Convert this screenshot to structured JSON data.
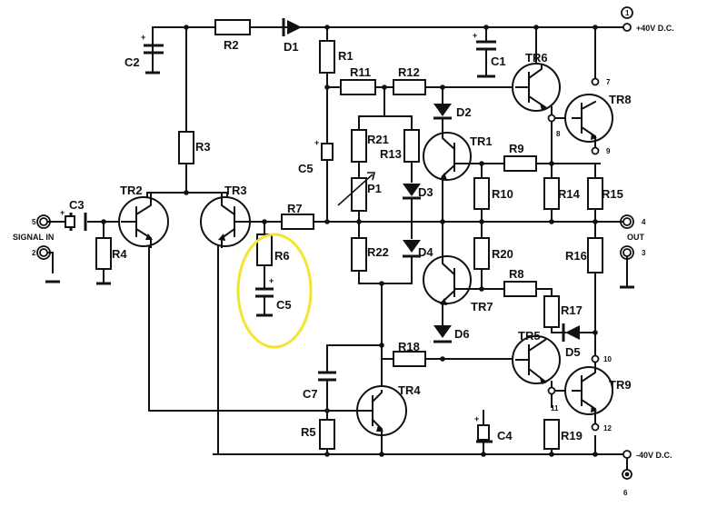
{
  "labels": {
    "R1": "R1",
    "R2": "R2",
    "R3": "R3",
    "R4": "R4",
    "R5": "R5",
    "R6": "R6",
    "R7": "R7",
    "R8": "R8",
    "R9": "R9",
    "R10": "R10",
    "R11": "R11",
    "R12": "R12",
    "R13": "R13",
    "R14": "R14",
    "R15": "R15",
    "R16": "R16",
    "R17": "R17",
    "R18": "R18",
    "R19": "R19",
    "R20": "R20",
    "R21": "R21",
    "R22": "R22",
    "C1": "C1",
    "C2": "C2",
    "C3": "C3",
    "C4": "C4",
    "C5a": "C5",
    "C5b": "C5",
    "C7": "C7",
    "D1": "D1",
    "D2": "D2",
    "D3": "D3",
    "D4": "D4",
    "D5": "D5",
    "D6": "D6",
    "P1": "P1",
    "TR1": "TR1",
    "TR2": "TR2",
    "TR3": "TR3",
    "TR4": "TR4",
    "TR5": "TR5",
    "TR6": "TR6",
    "TR7": "TR7",
    "TR8": "TR8",
    "TR9": "TR9"
  },
  "terminals": {
    "t1": "1",
    "t2": "2",
    "t3": "3",
    "t4": "4",
    "t5": "5",
    "t6": "6",
    "t7": "7",
    "t8": "8",
    "t9": "9",
    "t10": "10",
    "t11": "11",
    "t12": "12"
  },
  "annotations": {
    "plus40": "+40V D.C.",
    "minus40": "-40V D.C.",
    "signal_in": "SIGNAL IN",
    "out": "OUT"
  },
  "highlight": {
    "color": "#f2e530"
  }
}
